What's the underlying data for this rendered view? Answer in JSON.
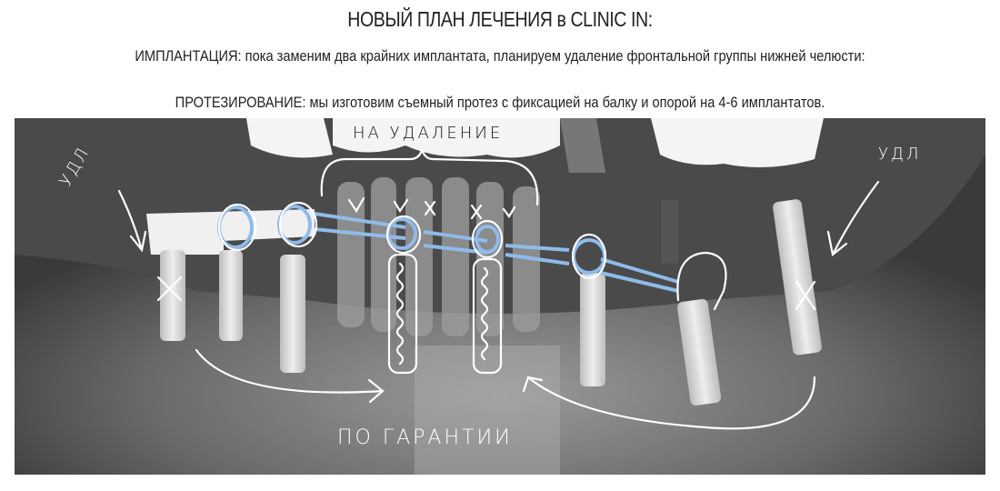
{
  "header": {
    "title": "НОВЫЙ ПЛАН ЛЕЧЕНИЯ в CLINIC IN:",
    "implantation": "ИМПЛАНТАЦИЯ: пока заменим два крайних имплантата, планируем удаление фронтальной группы нижней челюсти:",
    "prosthetics": "ПРОТЕЗИРОВАНИЕ: мы изготовим съемный протез с фиксацией на балку и опорой на 4-6 имплантатов."
  },
  "xray": {
    "annotations": {
      "extraction": "НА УДАЛЕНИЕ",
      "remove_left": "УДЛ",
      "remove_right": "УДЛ",
      "warranty": "ПО ГАРАНТИИ"
    },
    "colors": {
      "annotation": "#ffffff",
      "beam": "#8fbbea",
      "background": "#5a5a5a"
    }
  }
}
